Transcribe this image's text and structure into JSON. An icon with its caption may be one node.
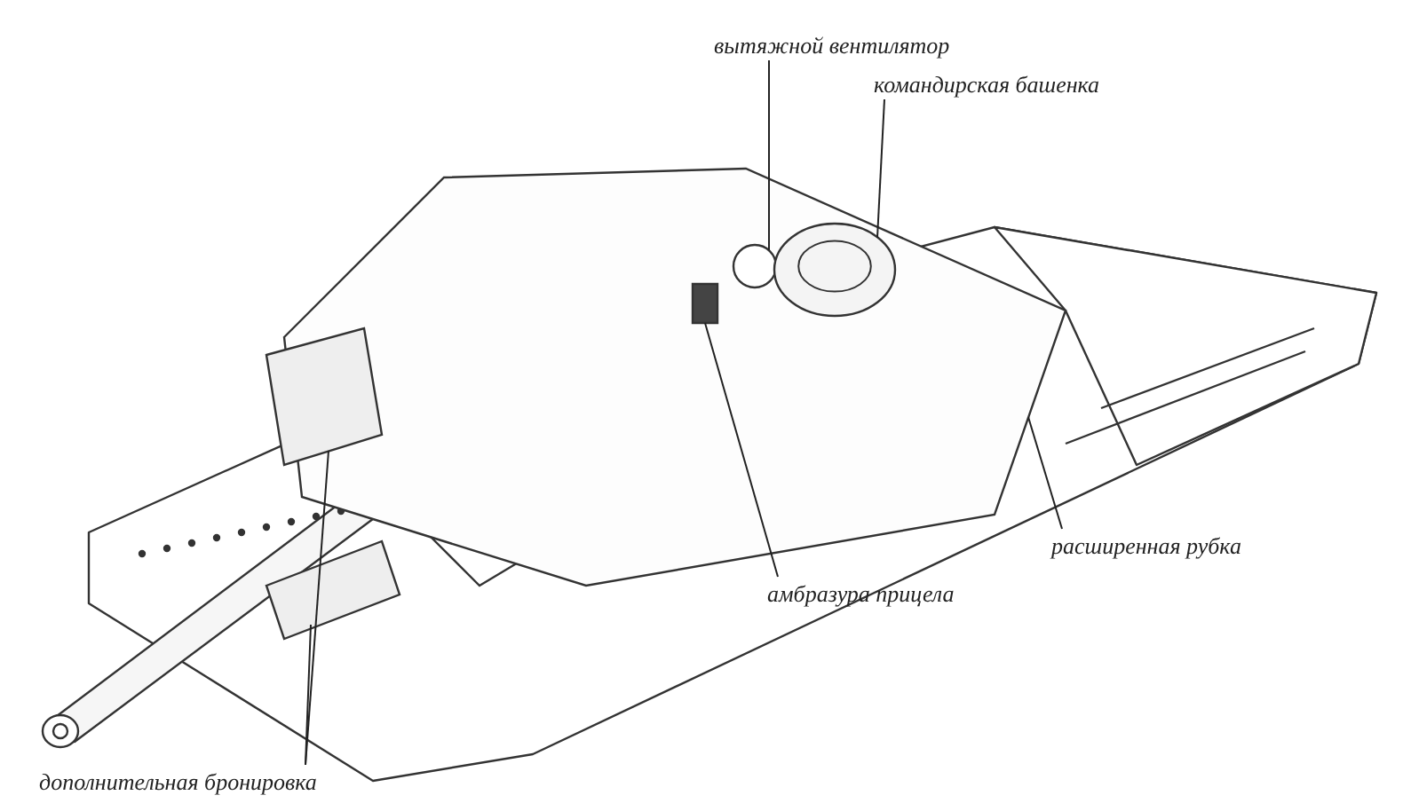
{
  "diagram": {
    "nodes": [
      {
        "text": [
          "вытяжной вентилятор"
        ]
      },
      {
        "text": [
          "командирская башенка"
        ]
      },
      {
        "text": [
          "расширенная рубка"
        ]
      },
      {
        "text": [
          "амбразура прицела"
        ]
      },
      {
        "text": [
          "дополнительная бронировка"
        ]
      },
      {
        "text": [],
        "shape": "circle",
        "in": 7
      },
      {
        "text": [],
        "shape": "circle",
        "in": 7
      },
      {
        "text": [],
        "shape": "box"
      },
      {
        "text": [],
        "shape": "box",
        "in": 7
      },
      {
        "text": [],
        "shape": "box"
      },
      {
        "text": [],
        "shape": "box"
      }
    ],
    "edges": [
      {
        "from": 0,
        "to": 5,
        "arrow": "none"
      },
      {
        "from": 1,
        "to": 6,
        "arrow": "none"
      },
      {
        "from": 2,
        "to": 7,
        "arrow": "none"
      },
      {
        "from": 3,
        "to": 8,
        "arrow": "none"
      },
      {
        "from": 4,
        "to": 9,
        "arrow": "none"
      },
      {
        "from": 4,
        "to": 10,
        "arrow": "none"
      }
    ]
  }
}
